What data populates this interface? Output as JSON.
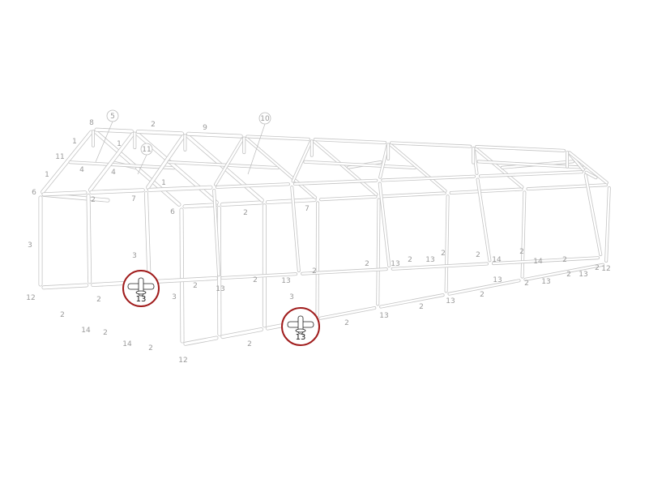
{
  "diagram": {
    "callouts": [
      "5",
      "10",
      "11"
    ],
    "labels": [
      "8",
      "2",
      "9",
      "1",
      "1",
      "11",
      "4",
      "4",
      "1",
      "1",
      "6",
      "2",
      "7",
      "6",
      "2",
      "7",
      "3",
      "3",
      "3",
      "3",
      "12",
      "2",
      "2",
      "2",
      "13",
      "13",
      "2",
      "13",
      "2",
      "13",
      "2",
      "2",
      "2",
      "14",
      "2",
      "14",
      "2",
      "2",
      "12",
      "13",
      "13",
      "2",
      "2",
      "13",
      "2",
      "13",
      "2",
      "13",
      "2",
      "2",
      "2",
      "14",
      "2",
      "14",
      "2",
      "12"
    ],
    "highlighted_parts": [
      "13",
      "13"
    ],
    "colors": {
      "pipe_outline": "#c4c4c4",
      "label": "#9a9a9a",
      "highlight_ring": "#a01c1c",
      "highlight_part": "#222222"
    }
  }
}
